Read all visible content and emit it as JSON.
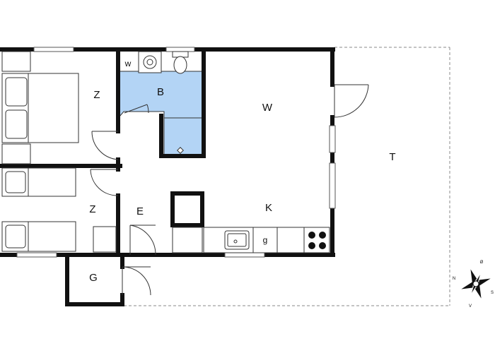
{
  "rooms": {
    "bedroom_top": "Z",
    "bedroom_bottom": "Z",
    "bathroom": "B",
    "washer": "w",
    "living": "W",
    "kitchen": "K",
    "entrance": "E",
    "storage": "G",
    "terrace": "T",
    "stove_area": "g"
  },
  "compass": {
    "north": "N",
    "east": "Ø",
    "south": "S",
    "west": "V"
  },
  "colors": {
    "wall": "#111111",
    "bath_fill": "#b3d4f5",
    "line": "#333333",
    "dashed": "#888888"
  }
}
